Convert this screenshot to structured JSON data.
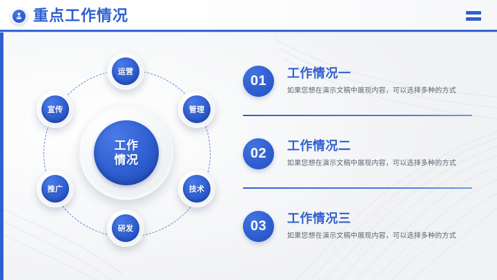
{
  "header": {
    "title": "重点工作情况",
    "icon": "podium-speaker-icon",
    "menu_icon": "hamburger-menu-icon",
    "accent_color": "#2f5fd0"
  },
  "diagram": {
    "center": {
      "line1": "工作",
      "line2": "情况"
    },
    "nodes": [
      {
        "label": "运营",
        "position": "top"
      },
      {
        "label": "管理",
        "position": "upper-right"
      },
      {
        "label": "技术",
        "position": "lower-right"
      },
      {
        "label": "研发",
        "position": "bottom"
      },
      {
        "label": "推广",
        "position": "lower-left"
      },
      {
        "label": "宣传",
        "position": "upper-left"
      }
    ]
  },
  "list": {
    "items": [
      {
        "number": "01",
        "title": "工作情况一",
        "desc": "如果您想在演示文稿中展现内容，可以选择多种的方式"
      },
      {
        "number": "02",
        "title": "工作情况二",
        "desc": "如果您想在演示文稿中展现内容，可以选择多种的方式"
      },
      {
        "number": "03",
        "title": "工作情况三",
        "desc": "如果您想在演示文稿中展现内容，可以选择多种的方式"
      }
    ]
  }
}
